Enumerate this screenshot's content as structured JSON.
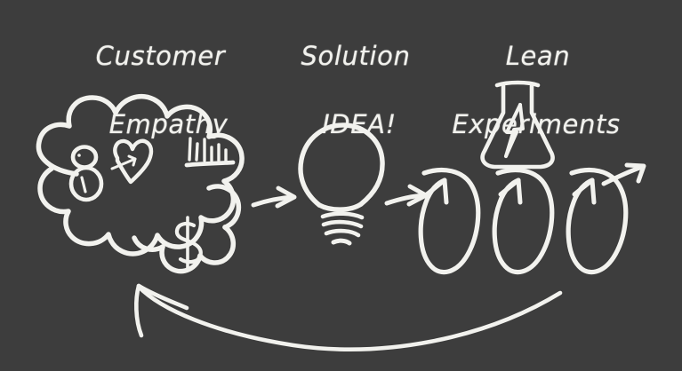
{
  "board": {
    "background_color": "#3d3d3d",
    "chalk_color": "#f2f2ee",
    "style": "hand-drawn chalkboard sketch"
  },
  "headings": {
    "customer": {
      "line1": "Customer",
      "line2": "Empathy"
    },
    "solution": {
      "line1": "Solution",
      "line2": "IDEA!"
    },
    "lean": {
      "line1": "Lean",
      "line2": "Experiments"
    }
  },
  "icons": {
    "cloud": "thought-cloud",
    "person": "person-icon",
    "heart": "heart-with-arrow-icon",
    "bar_chart": "bar-chart-icon",
    "dollar": "dollar-sign-icon",
    "lightbulb": "lightbulb-icon",
    "flask": "flask-icon",
    "lightning": "lightning-bolt-icon",
    "arrow_1": "arrow-right-icon",
    "arrow_2": "arrow-right-icon",
    "loops": "iteration-loops-icon",
    "loop_arrow_1": "loop-arrowhead-icon",
    "loop_arrow_2": "loop-arrowhead-icon",
    "loop_arrow_3": "loop-arrowhead-icon",
    "final_arrow": "arrow-up-right-icon",
    "feedback_arrow": "feedback-loop-arrow-icon"
  }
}
